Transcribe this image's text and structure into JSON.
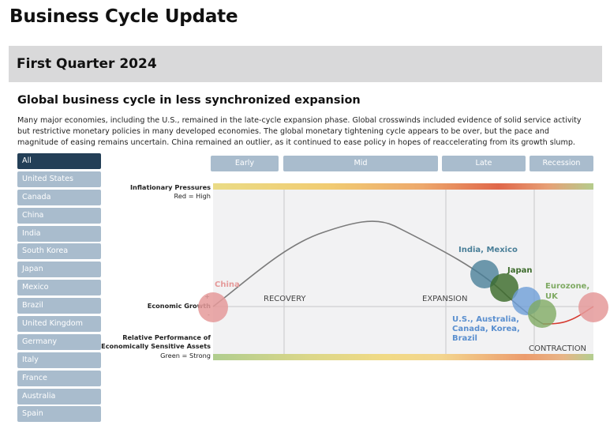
{
  "page_title": "Business Cycle Update",
  "quarter_title": "First Quarter 2024",
  "section_title": "Global business cycle in less synchronized expansion",
  "description": "Many major economies, including the U.S., remained in the late-cycle expansion phase. Global crosswinds included evidence of solid service activity but restrictive monetary policies in many developed economies. The global monetary tightening cycle appears to be over, but the pace and magnitude of easing remains uncertain. China remained an outlier, as it continued to ease policy in hopes of reaccelerating from its growth slump.",
  "sidebar": {
    "selected": "All",
    "items": [
      "All",
      "United States",
      "Canada",
      "China",
      "India",
      "South Korea",
      "Japan",
      "Mexico",
      "Brazil",
      "United Kingdom",
      "Germany",
      "Italy",
      "France",
      "Australia",
      "Spain"
    ]
  },
  "phases": {
    "early": "Early",
    "mid": "Mid",
    "late": "Late",
    "recession": "Recession"
  },
  "labels": {
    "inflationary_pressures": "Inflationary Pressures",
    "red_high": "Red = High",
    "plus": "+",
    "economic_growth": "Economic Growth",
    "minus": "-",
    "relative_performance_1": "Relative Performance of",
    "relative_performance_2": "Economically Sensitive Assets",
    "green_strong": "Green = Strong"
  },
  "regions": {
    "recovery": "RECOVERY",
    "expansion": "EXPANSION",
    "contraction": "CONTRACTION"
  },
  "countries": {
    "china": "China",
    "india_mexico": "India, Mexico",
    "japan": "Japan",
    "eurozone_1": "Eurozone,",
    "eurozone_2": "UK",
    "us_1": "U.S., Australia,",
    "us_2": "Canada, Korea,",
    "us_3": "Brazil"
  },
  "colors": {
    "sidebar_active": "#233f57",
    "sidebar_item": "#a9bccd",
    "china": "#e59a9a",
    "india_mexico": "#4a7f98",
    "japan": "#3c6b2b",
    "us_group": "#6d9ed7",
    "eurozone_uk": "#7faa63",
    "recession_curve": "#d63a30"
  }
}
